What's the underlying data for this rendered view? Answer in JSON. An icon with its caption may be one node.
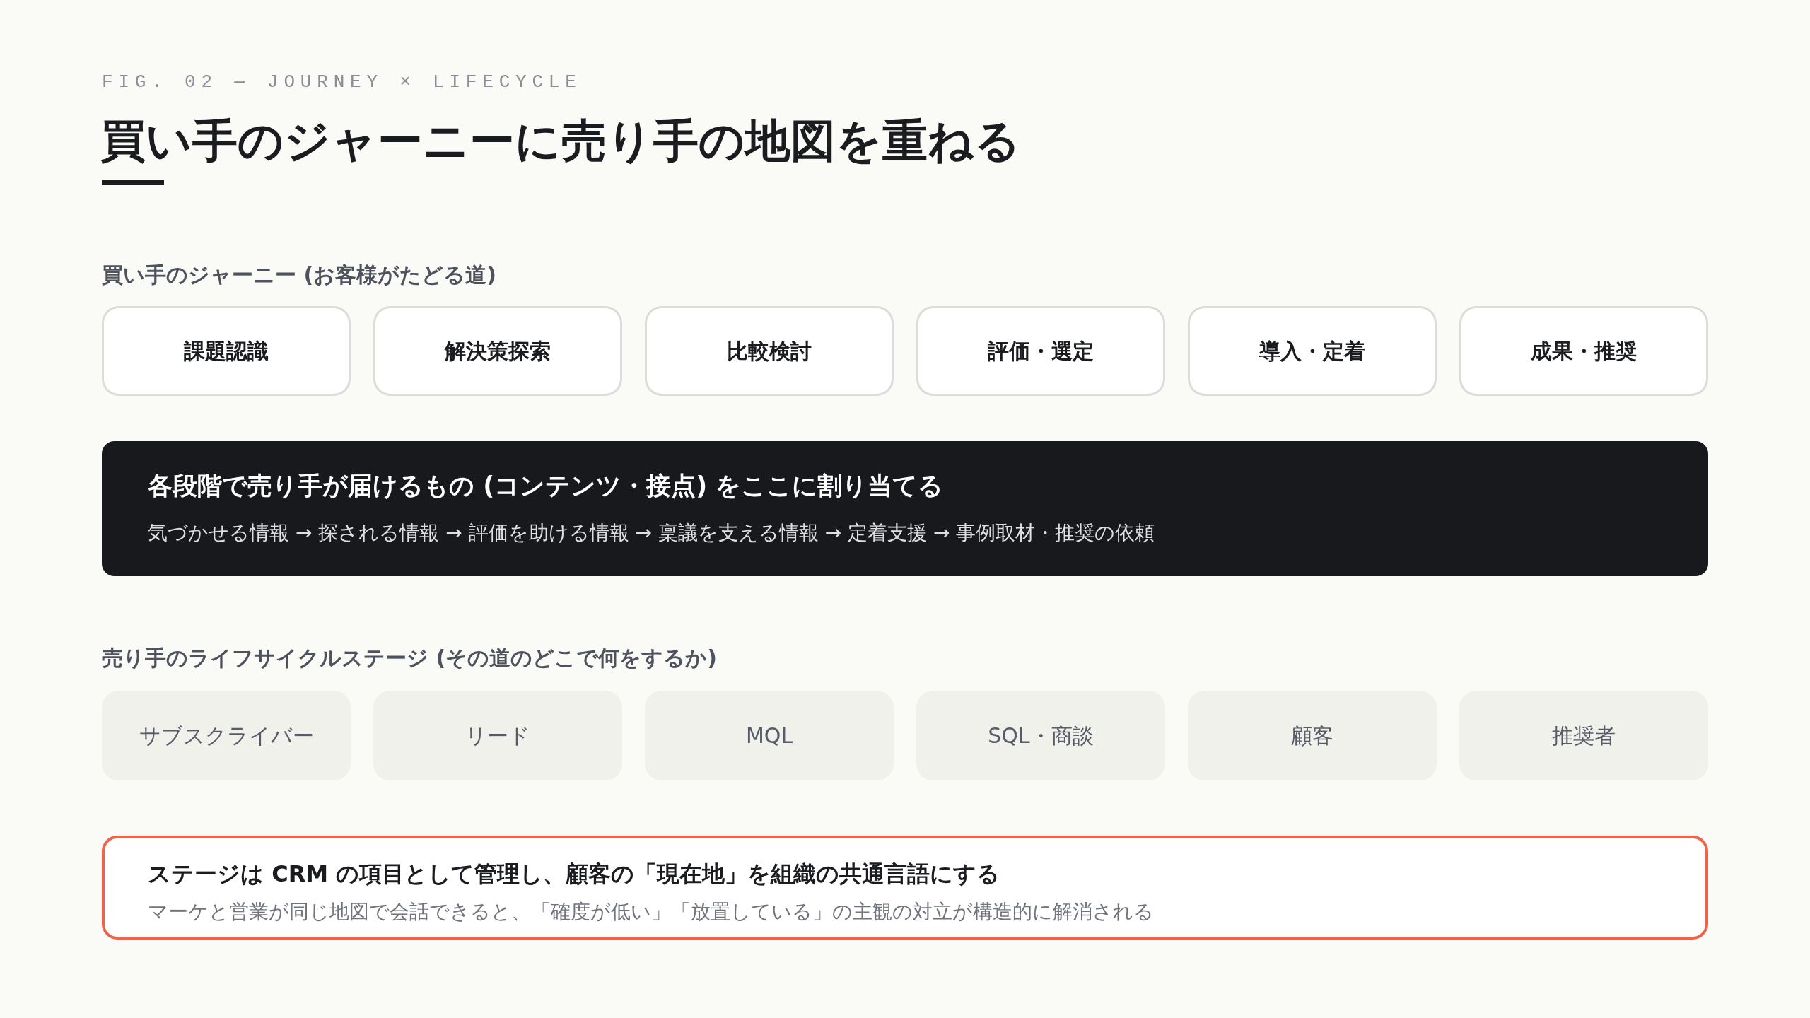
{
  "diagram": {
    "title": "買い手のジャーニーに売り手の地図を重ねる",
    "nodes": [
      {
        "text": [
          "課題認識"
        ]
      },
      {
        "text": [
          "解決策探索"
        ]
      },
      {
        "text": [
          "比較検討"
        ]
      },
      {
        "text": [
          "評価・選定"
        ]
      },
      {
        "text": [
          "導入・定着"
        ]
      },
      {
        "text": [
          "成果・推奨"
        ]
      },
      {
        "text": [
          "各段階で売り手が届けるもの (コンテンツ・接点) をここに割り当てる",
          "気づかせる情報 → 探される情報 → 評価を助ける情報 → 稟議を支える情報 → 定着支援 → 事例取材・推奨の依頼"
        ]
      },
      {
        "text": [
          "サブスクライバー"
        ]
      },
      {
        "text": [
          "リード"
        ]
      },
      {
        "text": [
          "MQL"
        ]
      },
      {
        "text": [
          "SQL・商談"
        ]
      },
      {
        "text": [
          "顧客"
        ]
      },
      {
        "text": [
          "推奨者"
        ]
      },
      {
        "text": [
          "ステージは CRM の項目として管理し、顧客の「現在地」を組織の共通言語にする",
          "マーケと営業が同じ地図で会話できると、「確度が低い」「放置している」の主観の対立が構造的に解消される"
        ]
      }
    ],
    "labels": [
      "FIG. 02 — JOURNEY × LIFECYCLE",
      "買い手のジャーニー (お客様がたどる道)",
      "売り手のライフサイクルステージ (その道のどこで何をするか)"
    ]
  }
}
